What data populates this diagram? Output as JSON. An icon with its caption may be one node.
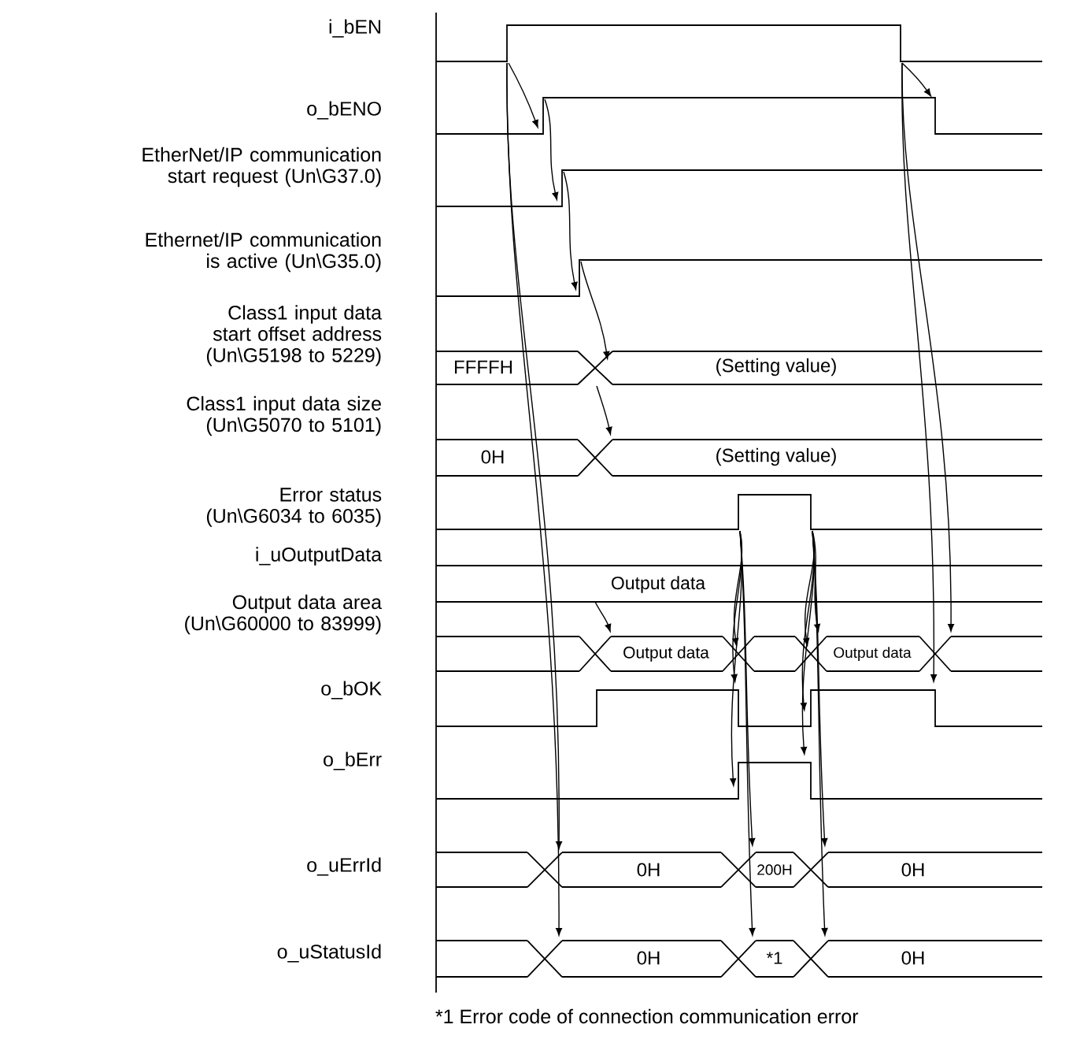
{
  "diagram": {
    "caption": "*1 Error code of connection communication error",
    "labels": [
      "i_bEN",
      "o_bENO",
      "EtherNet/IP communication start request (Un\\G37.0)",
      "Ethernet/IP communication is active (Un\\G35.0)",
      "Class1 input data start offset address (Un\\G5198 to 5229)",
      "FFFFH",
      "(Setting value)",
      "Class1 input data size (Un\\G5070 to 5101)",
      "0H",
      "(Setting value)",
      "Error status (Un\\G6034 to 6035)",
      "i_uOutputData",
      "Output data",
      "Output data area (Un\\G60000 to 83999)",
      "Output data",
      "Output data",
      "o_bOK",
      "o_bErr",
      "o_uErrId",
      "0H",
      "200H",
      "0H",
      "o_uStatusId",
      "0H",
      "*1",
      "0H"
    ]
  }
}
